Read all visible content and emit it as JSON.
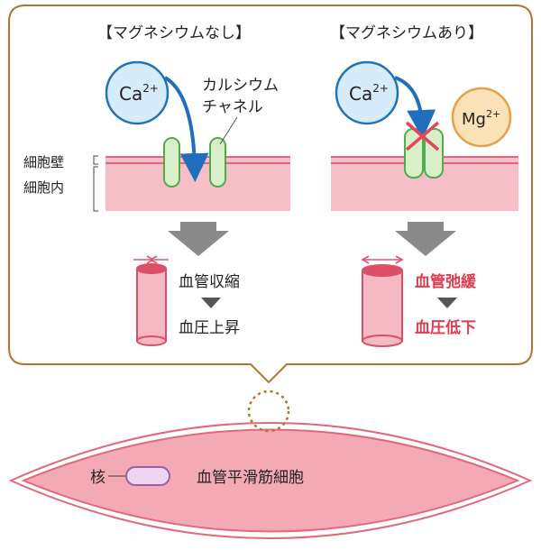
{
  "panel_left": {
    "title": "【マグネシウムなし】",
    "ion": "Ca",
    "ion_sup": "2+",
    "channel_label_line1": "カルシウム",
    "channel_label_line2": "チャネル",
    "wall_label": "細胞壁",
    "inside_label": "細胞内",
    "result_1": "血管収縮",
    "result_2": "血圧上昇"
  },
  "panel_right": {
    "title": "【マグネシウムあり】",
    "ion": "Ca",
    "ion_sup": "2+",
    "blocker_ion": "Mg",
    "blocker_sup": "2+",
    "result_1": "血管弛緩",
    "result_2": "血圧低下"
  },
  "cell": {
    "nucleus_label": "核",
    "cell_label": "血管平滑筋細胞"
  },
  "colors": {
    "callout_border": "#b0752e",
    "membrane_fill": "#f6bfc8",
    "membrane_line": "#e0566b",
    "channel_fill": "#d9efc7",
    "channel_stroke": "#52ac4e",
    "ca_fill": "#d6ecfa",
    "ca_stroke": "#1f73b9",
    "arrow_blue": "#1f6fbe",
    "mg_fill": "#fbe2b6",
    "mg_stroke": "#e6a04a",
    "block_x": "#e5455a",
    "gray_arrow": "#8a8a8a",
    "vessel_fill": "#f5b9c3",
    "vessel_stroke": "#dc4f66",
    "red_text": "#e23a4e",
    "cell_fill": "#f3aab5",
    "cell_stroke": "#e2687b",
    "nucleus_fill": "#eed6f1",
    "nucleus_stroke": "#9b5ba6"
  }
}
